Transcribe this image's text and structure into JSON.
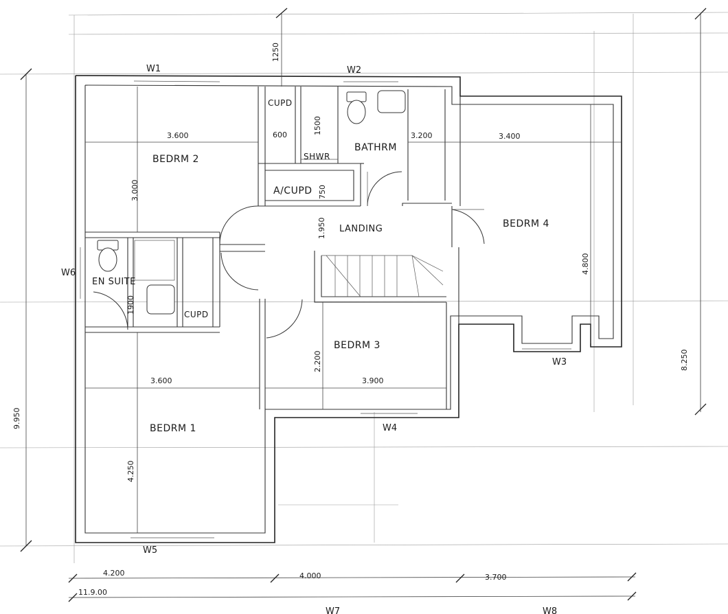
{
  "rooms": {
    "bedrm2": "BEDRM 2",
    "cupd_top": "CUPD",
    "shwr": "SHWR",
    "bathrm": "BATHRM",
    "a_cupd": "A/CUPD",
    "landing": "LANDING",
    "bedrm4": "BEDRM 4",
    "en_suite": "EN SUITE",
    "cupd_ensuite": "CUPD",
    "bedrm3": "BEDRM 3",
    "bedrm1": "BEDRM 1"
  },
  "windows": {
    "w1": "W1",
    "w2": "W2",
    "w3": "W3",
    "w4": "W4",
    "w5": "W5",
    "w6": "W6",
    "w7": "W7",
    "w8": "W8"
  },
  "dimensions": {
    "top_offset": "1250",
    "bedrm2_width": "3.600",
    "bedrm2_depth": "3.000",
    "cupd_width": "600",
    "shwr_depth": "1500",
    "bathrm_width": "3.200",
    "bedrm4_width": "3.400",
    "a_cupd_depth": "750",
    "landing_depth": "1.950",
    "bedrm4_depth": "4.800",
    "ensuite_depth": "1900",
    "bedrm3_depth": "2.200",
    "bedrm3_width": "3.900",
    "bedrm1_width": "3.600",
    "bedrm1_depth": "4.250",
    "overall_left": "9.950",
    "overall_right": "8.250",
    "bottom_1": "4.200",
    "bottom_2": "4.000",
    "bottom_3": "3.700",
    "bottom_total": "11.9.00"
  }
}
